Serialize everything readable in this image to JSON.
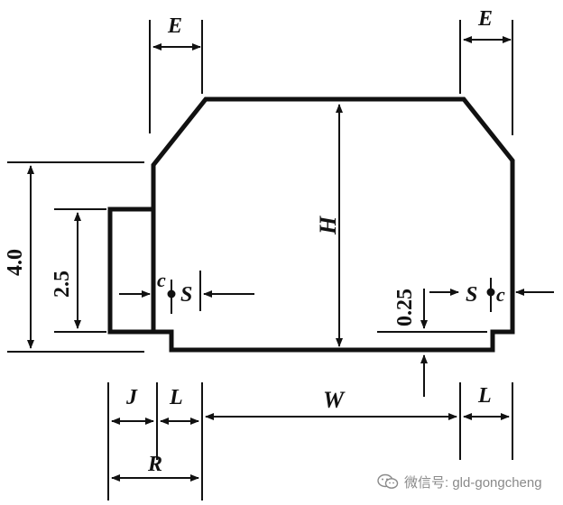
{
  "diagram": {
    "labels": {
      "E_left": "E",
      "E_right": "E",
      "H": "H",
      "dim_4": "4.0",
      "dim_2_5": "2.5",
      "c_left": "c",
      "S_left": "S",
      "dim_0_25": "0.25",
      "S_right": "S",
      "c_right": "c",
      "J": "J",
      "L_left": "L",
      "W": "W",
      "L_right": "L",
      "R": "R"
    }
  },
  "watermark": {
    "text": "微信号: gld-gongcheng",
    "icon": "wechat-icon"
  }
}
